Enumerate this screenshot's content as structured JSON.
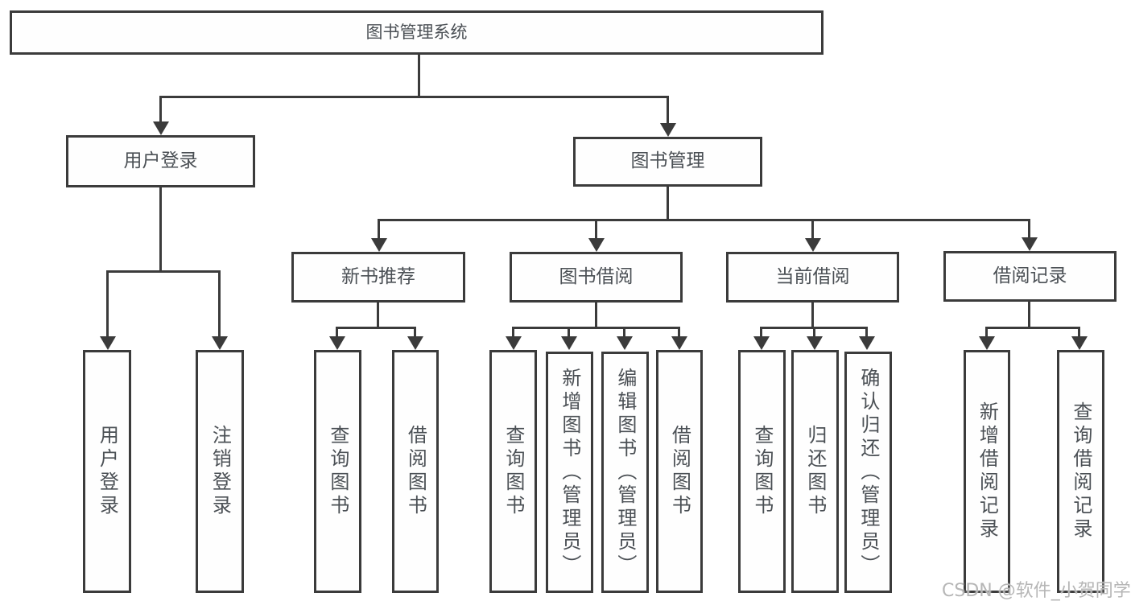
{
  "tree": {
    "root": {
      "label": "图书管理系统"
    },
    "children": [
      {
        "label": "用户登录",
        "children": [
          {
            "label": "用户登录"
          },
          {
            "label": "注销登录"
          }
        ]
      },
      {
        "label": "图书管理",
        "children": [
          {
            "label": "新书推荐",
            "children": [
              {
                "label": "查询图书"
              },
              {
                "label": "借阅图书"
              }
            ]
          },
          {
            "label": "图书借阅",
            "children": [
              {
                "label": "查询图书"
              },
              {
                "label": "新增图书（管理员）"
              },
              {
                "label": "编辑图书（管理员）"
              },
              {
                "label": "借阅图书"
              }
            ]
          },
          {
            "label": "当前借阅",
            "children": [
              {
                "label": "查询图书"
              },
              {
                "label": "归还图书"
              },
              {
                "label": "确认归还（管理员）"
              }
            ]
          },
          {
            "label": "借阅记录",
            "children": [
              {
                "label": "新增借阅记录"
              },
              {
                "label": "查询借阅记录"
              }
            ]
          }
        ]
      }
    ]
  },
  "watermark": "CSDN @软件_小贺同学",
  "colors": {
    "line": "#3b3b3b",
    "text": "#4b5055",
    "watermark": "#b6b6b6",
    "background": "#ffffff"
  }
}
